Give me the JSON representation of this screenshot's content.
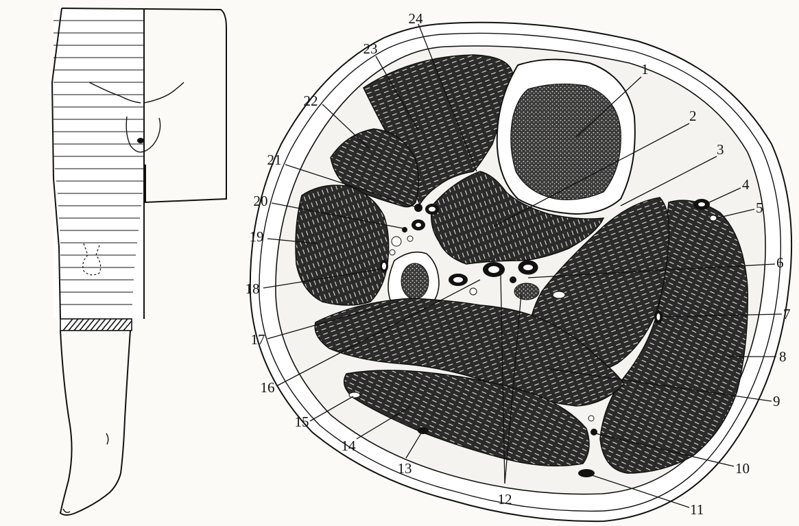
{
  "figure": {
    "labels": [
      "1",
      "2",
      "3",
      "4",
      "5",
      "6",
      "7",
      "8",
      "9",
      "10",
      "11",
      "12",
      "13",
      "14",
      "15",
      "16",
      "17",
      "18",
      "19",
      "20",
      "21",
      "22",
      "23",
      "24"
    ]
  },
  "colors": {
    "ink": "#111111",
    "paper": "#fbfaf7",
    "muscle": "#2b2b2b",
    "fat": "#f4f3ef"
  }
}
